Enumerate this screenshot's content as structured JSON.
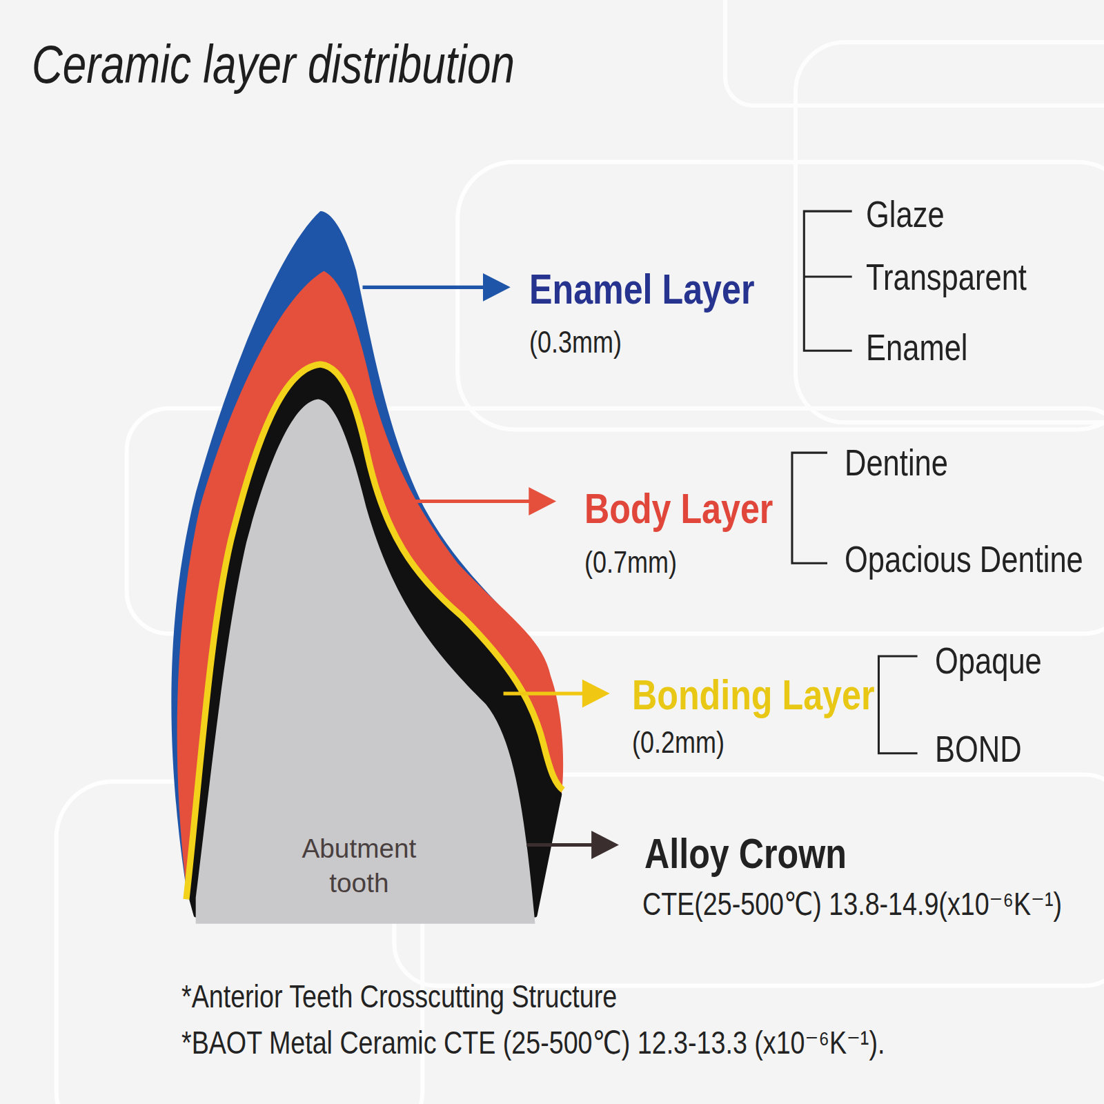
{
  "diagram": {
    "title": "Ceramic layer distribution",
    "nodes": [
      {
        "text": [
          "Abutment tooth"
        ]
      }
    ],
    "labels": [
      "Enamel Layer",
      "(0.3mm)",
      "Glaze",
      "Transparent",
      "Enamel",
      "Body Layer",
      "(0.7mm)",
      "Dentine",
      "Opacious Dentine",
      "Bonding Layer",
      "(0.2mm)",
      "Opaque",
      "BOND",
      "Alloy Crown",
      "CTE(25-500℃) 13.8-14.9(x10⁻⁶K⁻¹)",
      "*Anterior Teeth Crosscutting Structure",
      "*BAOT Metal Ceramic CTE (25-500℃) 12.3-13.3 (x10⁻⁶K⁻¹)."
    ]
  }
}
